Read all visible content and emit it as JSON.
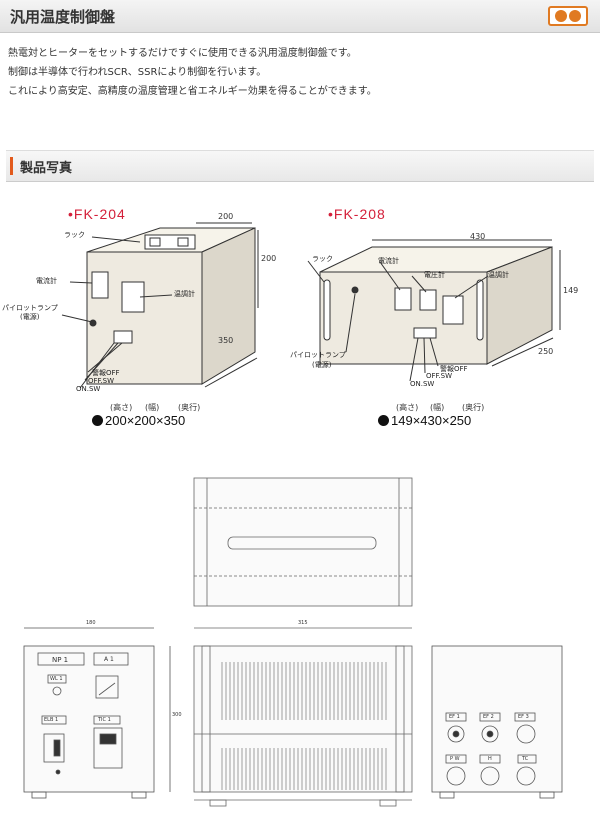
{
  "header": {
    "title": "汎用温度制御盤",
    "logo_icon": "double-circle-logo-icon",
    "accent": "#e07a22"
  },
  "intro": [
    "熱電対とヒーターをセットするだけですぐに使用できる汎用温度制御盤です。",
    "制御は半導体で行われSCR、SSRにより制御を行います。",
    "これにより高安定、高精度の温度管理と省エネルギー効果を得ることができます。"
  ],
  "section": {
    "title": "製品写真",
    "bar_color": "#e25a1c"
  },
  "fk204": {
    "name": "FK-204",
    "labels": {
      "rack": "ラック",
      "ammeter": "電流計",
      "thermo": "温調計",
      "pilot": "パイロットランプ",
      "pilot_sub": "(電源)",
      "alarm": "警報OFF",
      "off_sw": "OFF.SW",
      "on_sw": "ON.SW"
    },
    "dims": {
      "w": "200",
      "h": "200",
      "d": "350"
    },
    "spec_headers": [
      "(高さ)",
      "(幅)",
      "(奥行)"
    ],
    "spec": "200×200×350"
  },
  "fk208": {
    "name": "FK-208",
    "labels": {
      "rack": "ラック",
      "ammeter": "電流計",
      "voltmeter": "電圧計",
      "thermo": "温調計",
      "pilot": "パイロットランプ",
      "pilot_sub": "(電源)",
      "alarm": "警報OFF",
      "off_sw": "OFF.SW",
      "on_sw": "ON.SW"
    },
    "dims": {
      "w": "430",
      "h": "149",
      "d": "250"
    },
    "spec_headers": [
      "(高さ)",
      "(幅)",
      "(奥行)"
    ],
    "spec": "149×430×250"
  },
  "drawing": {
    "dim_w": "180",
    "dim_d": "315",
    "dim_h": "300",
    "front": {
      "np": "NP 1",
      "a": "A 1",
      "wl": "WL 1",
      "elb": "ELB 1",
      "tic": "TIC 1"
    },
    "rear": {
      "ef1": "EF 1",
      "ef2": "EF 2",
      "ef3": "EF 3",
      "pw": "P W",
      "h": "H",
      "tc": "TC"
    }
  }
}
